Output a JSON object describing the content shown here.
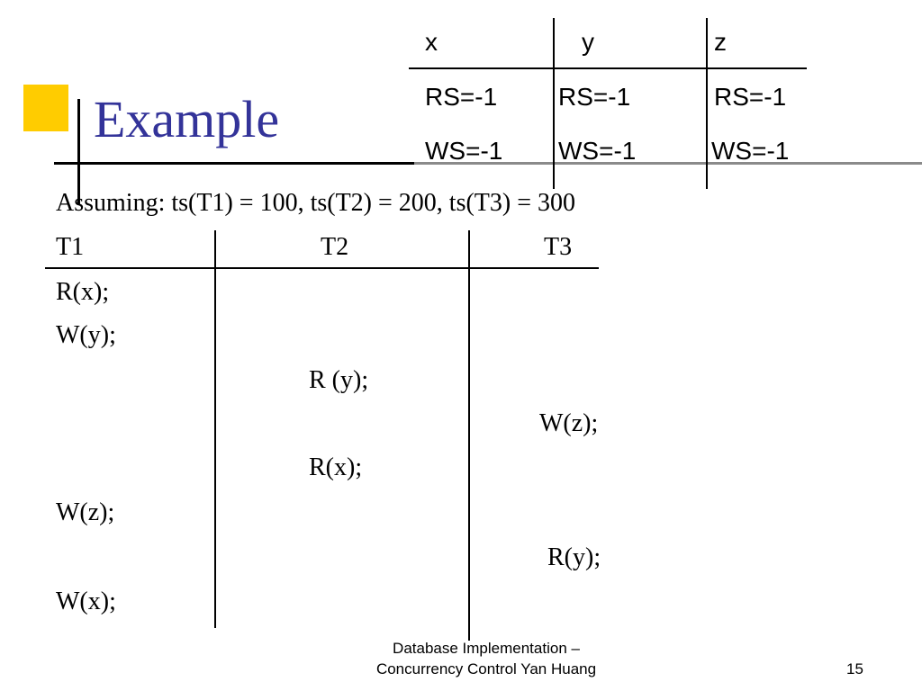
{
  "title": "Example",
  "rs_ws_table": {
    "headers": [
      "x",
      "y",
      "z"
    ],
    "rows": [
      [
        "RS=-1",
        "RS=-1",
        "RS=-1"
      ],
      [
        "WS=-1",
        "WS=-1",
        "WS=-1"
      ]
    ]
  },
  "assumption": "Assuming: ts(T1) = 100, ts(T2) = 200, ts(T3) = 300",
  "schedule": {
    "headers": [
      "T1",
      "T2",
      "T3"
    ],
    "operations": [
      "R(x);",
      "W(y);",
      "R (y);",
      "W(z);",
      "R(x);",
      "W(z);",
      "R(y);",
      "W(x);"
    ]
  },
  "footer": {
    "line1": "Database Implementation –",
    "line2": "Concurrency Control Yan Huang",
    "page_number": "15"
  }
}
